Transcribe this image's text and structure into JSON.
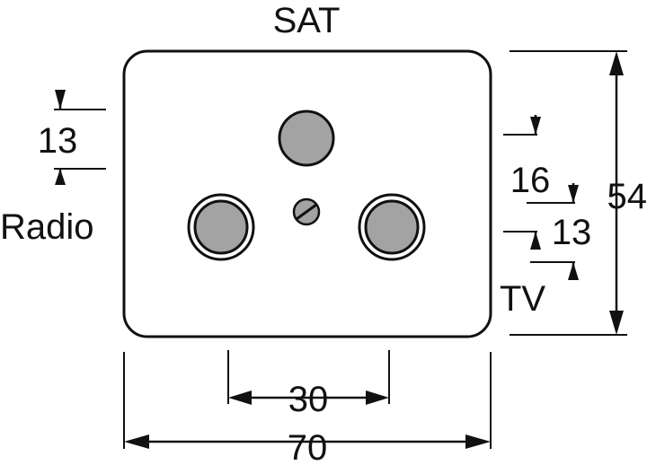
{
  "labels": {
    "sat": "SAT",
    "radio": "Radio",
    "tv": "TV"
  },
  "dimensions": {
    "width_total": "70",
    "socket_spacing": "30",
    "height_total": "54",
    "left_offset": "13",
    "right_offset_top": "16",
    "right_offset_bottom": "13"
  },
  "colors": {
    "outline": "#111111",
    "socket_fill": "#a3a3a3",
    "plate_fill": "#ffffff"
  }
}
